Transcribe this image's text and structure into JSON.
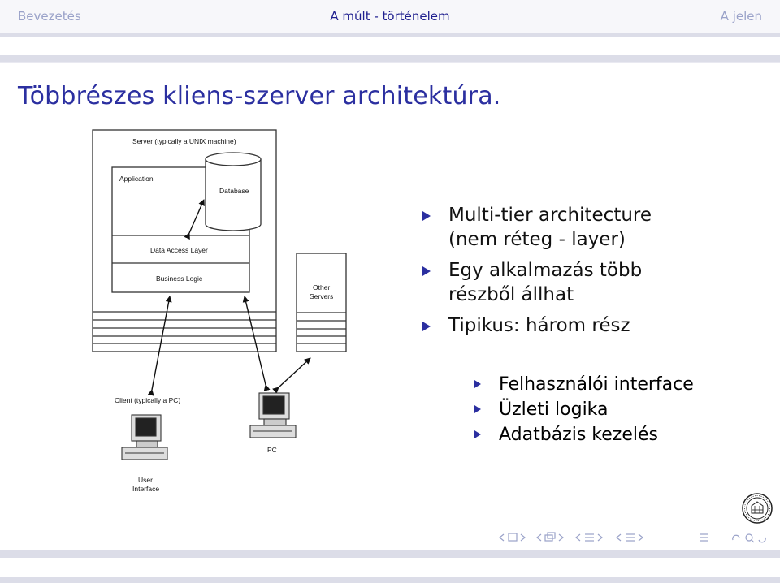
{
  "nav": {
    "left": "Bevezetés",
    "center": "A múlt - történelem",
    "right": "A jelen"
  },
  "title": "Többrészes kliens-szerver architektúra.",
  "diagram": {
    "server_label": "Server (typically a UNIX machine)",
    "application_label": "Application",
    "database_label": "Database",
    "data_access_label": "Data Access Layer",
    "business_logic_label": "Business Logic",
    "other_servers_line1": "Other",
    "other_servers_line2": "Servers",
    "client_label": "Client (typically a PC)",
    "pc_label": "PC",
    "user_interface_line1": "User",
    "user_interface_line2": "Interface"
  },
  "bullets": [
    {
      "line1": "Multi-tier architecture",
      "line2": "(nem réteg - layer)"
    },
    {
      "line1": "Egy alkalmazás több",
      "line2": "részből állhat"
    },
    {
      "line1": "Tipikus: három rész",
      "line2": ""
    }
  ],
  "subbullets": [
    "Felhasználói interface",
    "Üzleti logika",
    "Adatbázis kezelés"
  ],
  "colors": {
    "accent": "#2b2fa0",
    "bar": "#dcdde8"
  }
}
